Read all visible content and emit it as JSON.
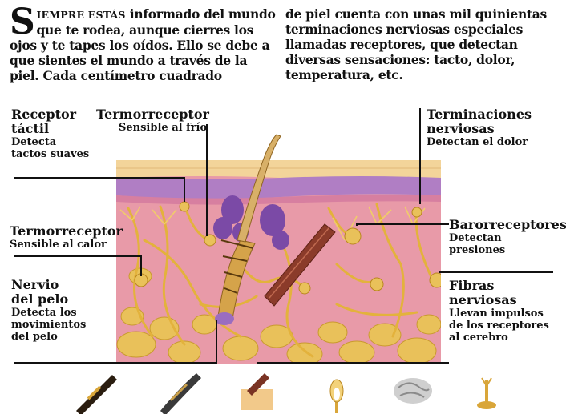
{
  "intro": {
    "dropcap": "S",
    "lead": "IEMPRE ESTÁS",
    "left_text": " informado del mundo que te rodea, aunque cierres los ojos y te tapes los oídos. Ello se debe a que sientes el mundo a través de la piel. Cada centímetro cuadrado",
    "right_text": "de piel cuenta con unas mil quinientas terminaciones nerviosas especiales llamadas receptores, que detectan diversas sensaciones: tacto, dolor, temperatura, etc."
  },
  "labels": {
    "receptor_tactil": {
      "title_1": "Receptor",
      "title_2": "táctil",
      "desc_1": "Detecta",
      "desc_2": "tactos suaves"
    },
    "termo_frio": {
      "title": "Termorreceptor",
      "desc": "Sensible al frío"
    },
    "terminaciones": {
      "title_1": "Terminaciones",
      "title_2": "nerviosas",
      "desc": "Detectan el dolor"
    },
    "termo_calor": {
      "title": "Termorreceptor",
      "desc": "Sensible al calor"
    },
    "barorreceptores": {
      "title": "Barorreceptores",
      "desc_1": "Detectan",
      "desc_2": "presiones"
    },
    "nervio_pelo": {
      "title_1": "Nervio",
      "title_2": "del pelo",
      "desc_1": "Detecta los",
      "desc_2": "movimientos",
      "desc_3": "del pelo"
    },
    "fibras": {
      "title_1": "Fibras",
      "title_2": "nerviosas",
      "desc_1": "Llevan impulsos",
      "desc_2": "de los receptores",
      "desc_3": "al cerebro"
    }
  },
  "colors": {
    "epidermis": "#f3d49a",
    "dermis": "#e89aa8",
    "purple_layer": "#b07ec4",
    "nerve": "#e3b23c",
    "fat": "#e9c15a",
    "gland": "#7b4aa6",
    "muscle": "#8b3b2a",
    "line": "#111111"
  },
  "thumbnails": [
    "hair-receptor-icon",
    "hair-receptor-icon",
    "muscle-icon",
    "end-bulb-icon",
    "corpuscle-icon",
    "free-ending-icon"
  ]
}
